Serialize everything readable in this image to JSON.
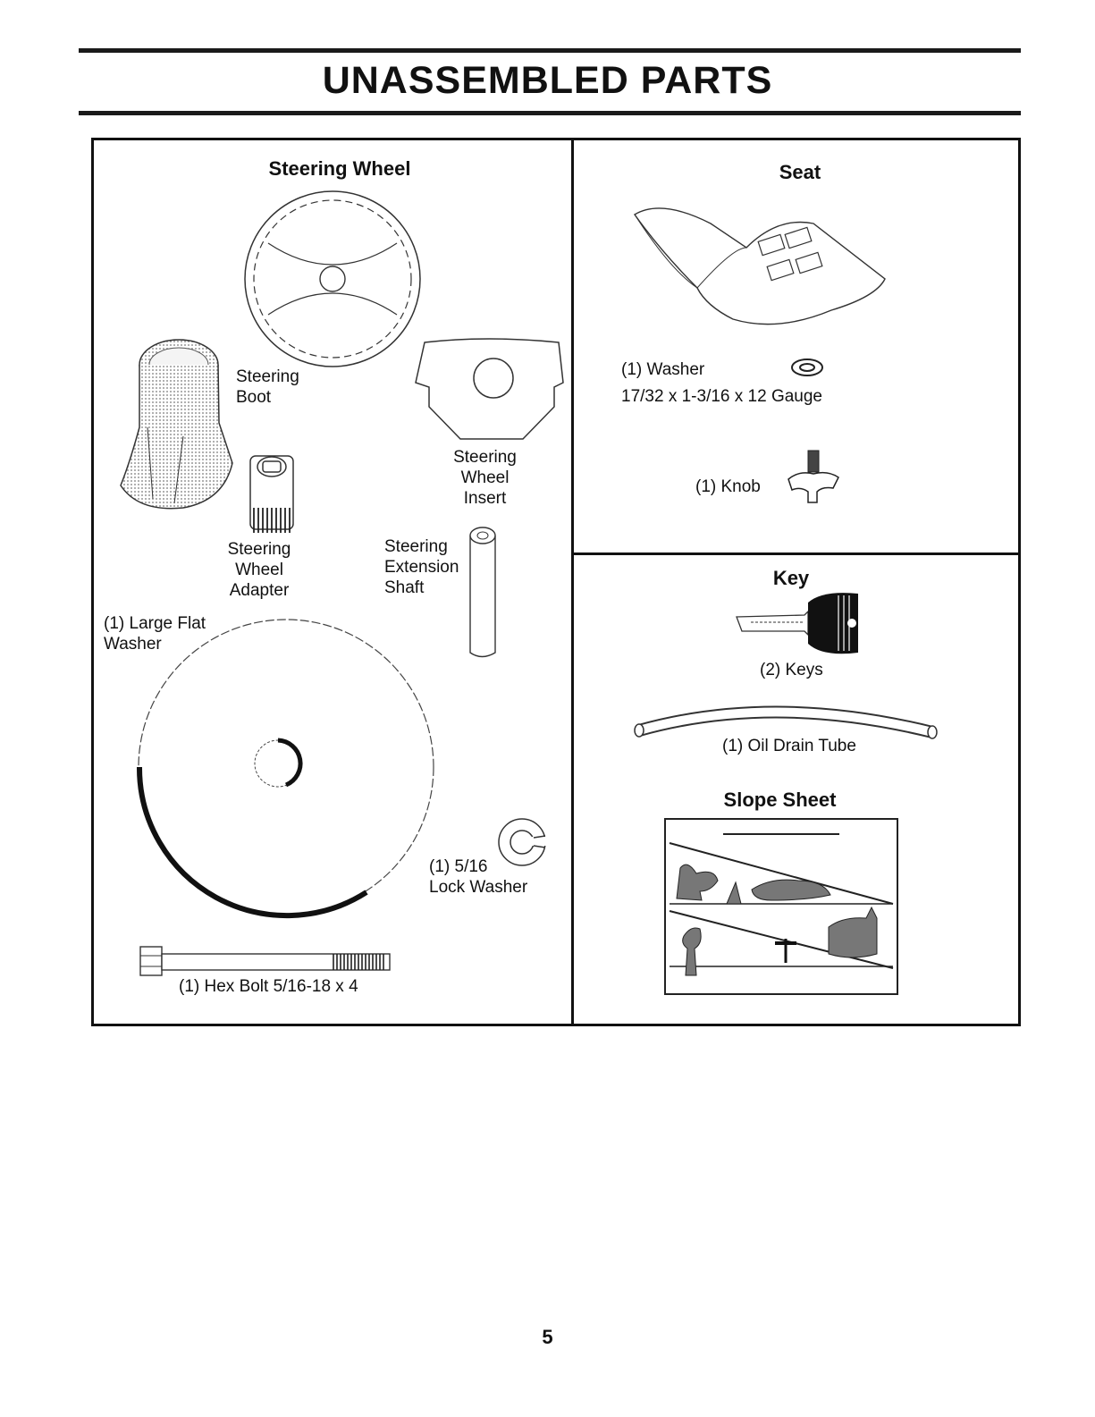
{
  "page": {
    "title": "UNASSEMBLED PARTS",
    "page_number": "5"
  },
  "steering_wheel_panel": {
    "heading": "Steering Wheel",
    "steering_boot_label": "Steering\nBoot",
    "wheel_insert_label": "Steering\nWheel\nInsert",
    "wheel_adapter_label": "Steering\nWheel\nAdapter",
    "extension_shaft_label": "Steering\nExtension\nShaft",
    "large_flat_washer_label": "(1) Large Flat\n   Washer",
    "lock_washer_label": "(1) 5/16\nLock Washer",
    "hex_bolt_label": "(1) Hex Bolt 5/16-18 x 4"
  },
  "seat_panel": {
    "heading": "Seat",
    "washer_label": "(1) Washer",
    "washer_spec": "17/32 x 1-3/16 x 12 Gauge",
    "knob_label": "(1) Knob"
  },
  "key_panel": {
    "heading": "Key",
    "keys_label": "(2) Keys",
    "oil_drain_tube_label": "(1) Oil Drain Tube",
    "slope_sheet_heading": "Slope Sheet"
  },
  "icons": [
    "steering-wheel-icon",
    "steering-boot-icon",
    "wheel-insert-icon",
    "wheel-adapter-icon",
    "extension-shaft-icon",
    "large-washer-icon",
    "lock-washer-icon",
    "hex-bolt-icon",
    "seat-icon",
    "small-washer-icon",
    "knob-icon",
    "key-icon",
    "oil-drain-tube-icon",
    "slope-sheet-icon"
  ]
}
